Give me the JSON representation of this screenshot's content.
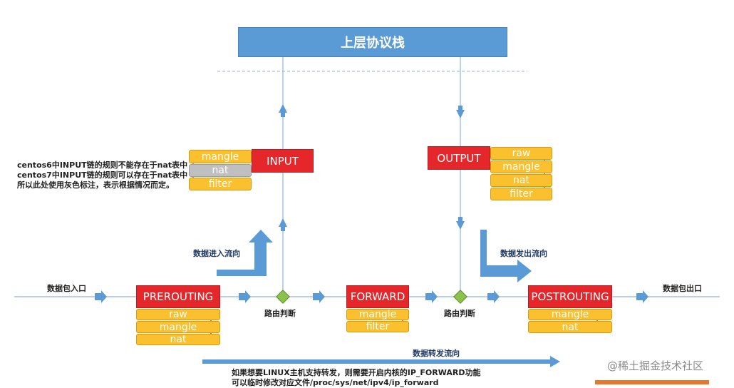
{
  "top_stack": {
    "label": "上层协议栈"
  },
  "chains": {
    "input": "INPUT",
    "output": "OUTPUT",
    "prerouting": "PREROUTING",
    "forward": "FORWARD",
    "postrouting": "POSTROUTING"
  },
  "tables": {
    "input": [
      "mangle",
      "nat",
      "filter"
    ],
    "output": [
      "raw",
      "mangle",
      "nat",
      "filter"
    ],
    "prerouting": [
      "raw",
      "mangle",
      "nat"
    ],
    "forward": [
      "mangle",
      "filter"
    ],
    "postrouting": [
      "mangle",
      "nat"
    ]
  },
  "labels": {
    "packet_in": "数据包入口",
    "packet_out": "数据包出口",
    "routing_1": "路由判断",
    "routing_2": "路由判断",
    "in_flow": "数据进入流向",
    "out_flow": "数据发出流向",
    "forward_flow": "数据转发流向"
  },
  "note_lines": [
    "centos6中INPUT链的规则不能存在于nat表中",
    "centos7中INPUT链的规则可以存在于nat表中",
    "所以此处使用灰色标注，表示根据情况而定。"
  ],
  "bottom_lines": [
    "如果想要LINUX主机支持转发，则需要开启内核的IP_FORWARD功能",
    "可以临时修改对应文件/proc/sys/net/ipv4/ip_forward"
  ],
  "watermark": "@稀土掘金技术社区",
  "colors": {
    "chain": "#e5262a",
    "table": "#fbc02d",
    "table_disabled": "#bfbfbf",
    "stack": "#5b9bd5",
    "route": "#8bc34a",
    "arrow": "#5b9bd5"
  }
}
